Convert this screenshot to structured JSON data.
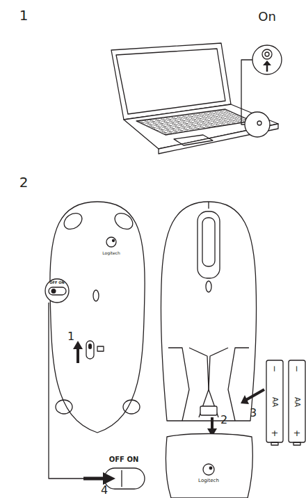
{
  "diagram": {
    "labels": [
      "1",
      "On",
      "2",
      "Logitech",
      "OFF ON",
      "1",
      "−",
      "+",
      "AA",
      "−",
      "+",
      "AA",
      "3",
      "2",
      "Logitech",
      "OFF ON",
      "4"
    ]
  }
}
